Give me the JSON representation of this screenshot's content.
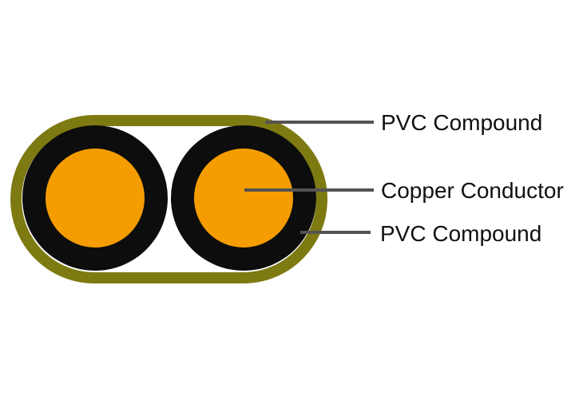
{
  "colors": {
    "background": "#ffffff",
    "sheath_olive": "#7e7a12",
    "insulation_black": "#0d0d0d",
    "conductor_orange": "#f49c00",
    "leader_line": "#555352",
    "label_text": "#111111"
  },
  "labels": {
    "sheath": "PVC Compound",
    "conductor": "Copper Conductor",
    "insulation": "PVC Compound"
  }
}
